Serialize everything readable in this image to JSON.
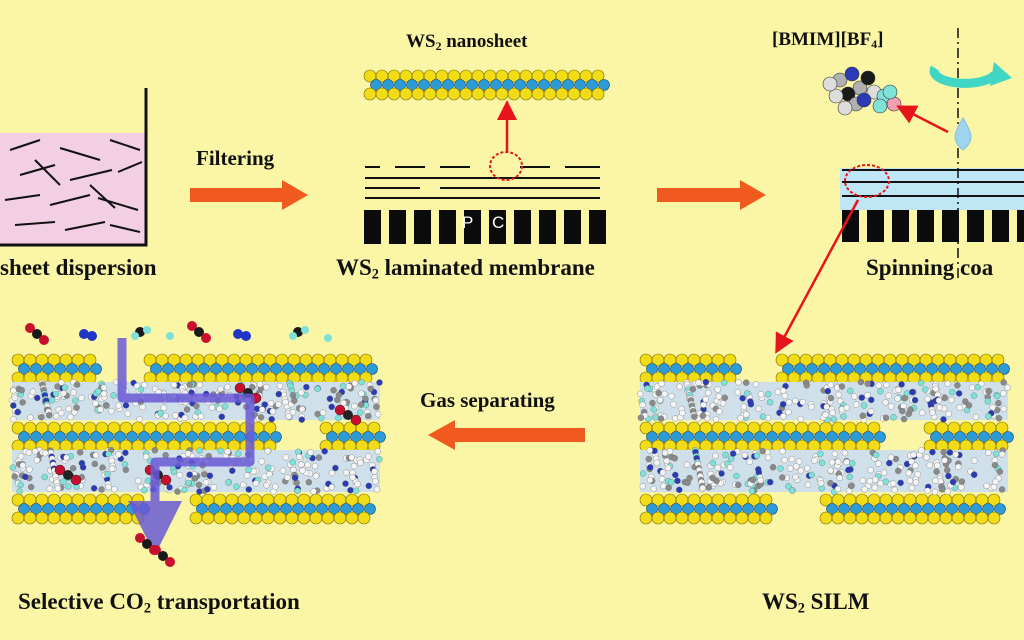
{
  "labels": {
    "dispersion": "sheet  dispersion",
    "filtering": "Filtering",
    "nanosheet_prefix": "WS",
    "nanosheet_sub": "2",
    "nanosheet_suffix": " nanosheet",
    "laminated_prefix": "WS",
    "laminated_sub": "2",
    "laminated_suffix": " laminated membrane",
    "pc_p": "P",
    "pc_c": "C",
    "ionic_liquid_a": "[BMIM][BF",
    "ionic_liquid_sub": "4",
    "ionic_liquid_b": "]",
    "spinning": "Spinning coa",
    "gas_separating": "Gas separating",
    "selective_a": "Selective CO",
    "selective_sub": "2",
    "selective_b": " transportation",
    "silm_prefix": "WS",
    "silm_sub": "2",
    "silm_suffix": " SILM"
  },
  "colors": {
    "background": "#fbf6a6",
    "dispersion_liquid": "#f2cfe3",
    "arrow_orange": "#f05a1e",
    "arrow_red": "#e8141b",
    "sulfur_yellow": "#f2dc17",
    "tungsten_blue": "#2c9bd6",
    "ionic_liquid_blue": "#bfe6f5",
    "transport_path": "#6a5ad6"
  }
}
